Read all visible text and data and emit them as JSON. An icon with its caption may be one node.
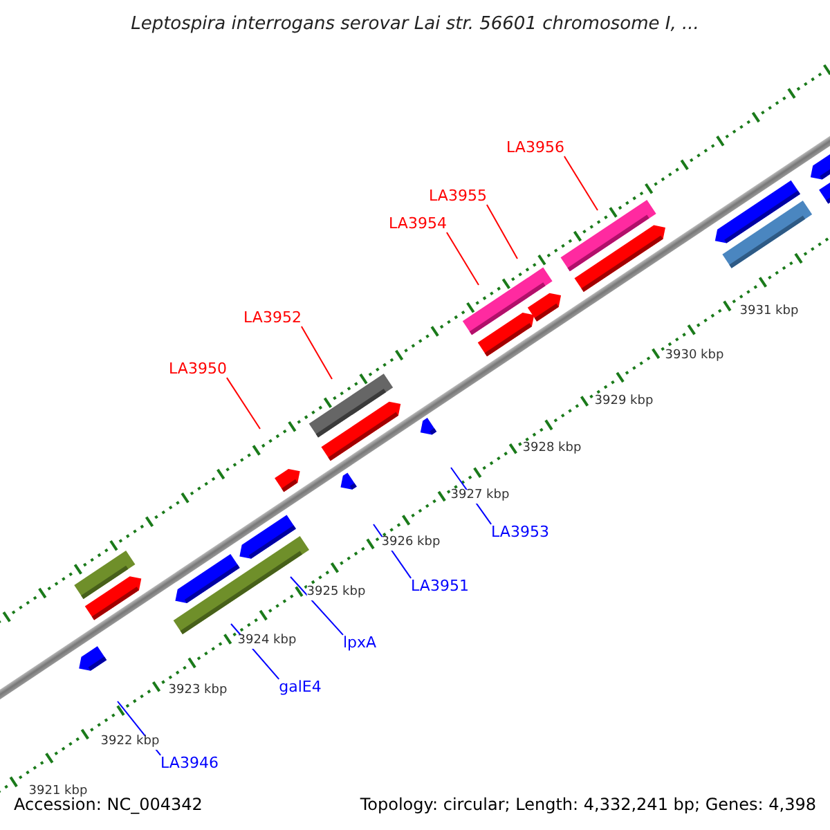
{
  "diagram": {
    "title": "Leptospira interrogans serovar Lai str. 56601 chromosome I, ...",
    "nodes": [
      {
        "text": [
          "LA3956"
        ]
      },
      {
        "text": [
          "LA3955"
        ]
      },
      {
        "text": [
          "LA3954"
        ]
      },
      {
        "text": [
          "LA3952"
        ]
      },
      {
        "text": [
          "LA3950"
        ]
      },
      {
        "text": [
          "LA3953"
        ]
      },
      {
        "text": [
          "LA3951"
        ]
      },
      {
        "text": [
          "lpxA"
        ]
      },
      {
        "text": [
          "galE4"
        ]
      },
      {
        "text": [
          "LA3946"
        ]
      }
    ],
    "edges": [
      {
        "from": 0,
        "to": null,
        "arrow": "none",
        "color": "#ff0000"
      },
      {
        "from": 1,
        "to": null,
        "arrow": "none",
        "color": "#ff0000"
      },
      {
        "from": 2,
        "to": null,
        "arrow": "none",
        "color": "#ff0000"
      },
      {
        "from": 3,
        "to": null,
        "arrow": "none",
        "color": "#ff0000"
      },
      {
        "from": 4,
        "to": null,
        "arrow": "none",
        "color": "#ff0000"
      },
      {
        "from": 5,
        "to": null,
        "arrow": "none",
        "color": "#0000ff"
      },
      {
        "from": 6,
        "to": null,
        "arrow": "none",
        "color": "#0000ff"
      },
      {
        "from": 7,
        "to": null,
        "arrow": "none",
        "color": "#0000ff"
      },
      {
        "from": 8,
        "to": null,
        "arrow": "none",
        "color": "#0000ff"
      },
      {
        "from": 9,
        "to": null,
        "arrow": "none",
        "color": "#0000ff"
      }
    ],
    "labels": [
      "3931 kbp",
      "3930 kbp",
      "3929 kbp",
      "3928 kbp",
      "3927 kbp",
      "3926 kbp",
      "3925 kbp",
      "3924 kbp",
      "3923 kbp",
      "3922 kbp",
      "3921 kbp",
      "Accession: NC_004342",
      "Topology: circular; Length: 4,332,241 bp; Genes: 4,398"
    ]
  }
}
